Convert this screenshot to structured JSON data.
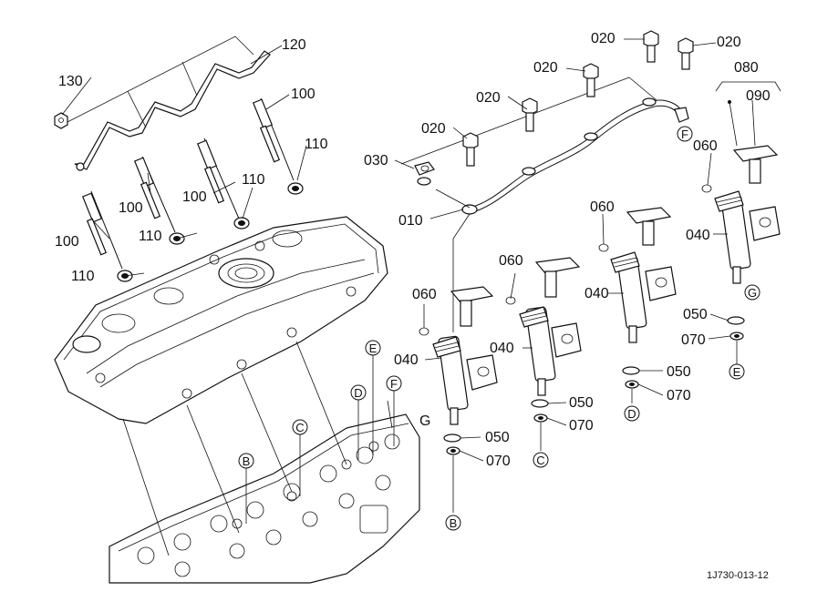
{
  "parts": {
    "p010": "010",
    "p020": "020",
    "p030": "030",
    "p040": "040",
    "p050": "050",
    "p060": "060",
    "p070": "070",
    "p080": "080",
    "p090": "090",
    "p100": "100",
    "p110": "110",
    "p120": "120",
    "p130": "130"
  },
  "refs": {
    "B": "B",
    "C": "C",
    "D": "D",
    "E": "E",
    "F": "F",
    "G": "G"
  },
  "drawing_code": "1J730-013-12"
}
